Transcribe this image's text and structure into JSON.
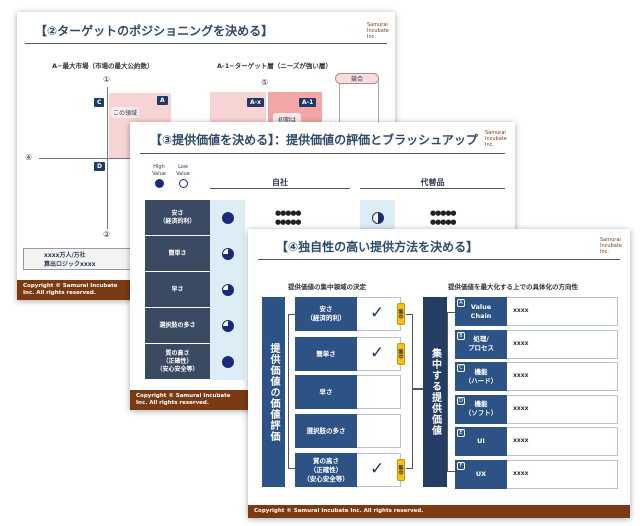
{
  "slide1": {
    "title": "【②ターゲットのポジショニングを決める】",
    "logo": "Samurai Incubate Inc.",
    "heading_left": "A−最大市場（市場の最大公約数）",
    "heading_right": "A-1−ターゲット層（ニーズが強い層）",
    "axis_labels": [
      "①",
      "②",
      "④",
      "⑤"
    ],
    "quadrant_tags": [
      "C",
      "A",
      "D",
      "A-x",
      "A-1"
    ],
    "competitor_label": "競合",
    "note_a": "この領域",
    "note_a1": "初期は",
    "bottom_line1": "xxxx万人/万社",
    "bottom_line2": "算出ロジックxxxx",
    "footer": "Copyright © Samurai Incubate Inc. All rights reserved."
  },
  "slide2": {
    "title": "【③提供価値を決める】：提供価値の評価とブラッシュアップ",
    "logo": "Samurai Incubate Inc.",
    "legend_high": "High Value",
    "legend_low": "Low Value",
    "col_self": "自社",
    "col_alt": "代替品",
    "rows": [
      {
        "label": "安さ\n（経済的利）",
        "self_fill": 1.0,
        "alt_fill": 0.5,
        "self_note": "●●●●●\n●●●●●",
        "alt_note": "●●●●●\n●●●●●"
      },
      {
        "label": "簡単さ",
        "self_fill": 0.75
      },
      {
        "label": "早さ",
        "self_fill": 0.75
      },
      {
        "label": "選択肢の多さ",
        "self_fill": 0.75
      },
      {
        "label": "質の高さ\n（正確性）\n（安心安全等）",
        "self_fill": 1.0
      }
    ],
    "footer": "Copyright © Samurai Incubate Inc. All rights reserved."
  },
  "slide3": {
    "title": "【④独自性の高い提供方法を決める】",
    "logo": "Samurai Incubate Inc.",
    "left_heading": "提供価値の集中領域の決定",
    "right_heading": "提供価値を最大化する上での具体化の方向性",
    "left_bar": "提供価値の価値評価",
    "center_bar": "集中する提供価値",
    "focus_badge": "集中",
    "check": "✓",
    "values": [
      {
        "label": "安さ\n（経済的利）",
        "focus": true
      },
      {
        "label": "簡単さ",
        "focus": true
      },
      {
        "label": "早さ",
        "focus": false
      },
      {
        "label": "選択肢の多さ",
        "focus": false
      },
      {
        "label": "質の高さ\n（正確性）\n（安心安全等）",
        "focus": true
      }
    ],
    "directions": [
      {
        "letter": "A",
        "label": "Value\nChain",
        "value": "xxxx"
      },
      {
        "letter": "B",
        "label": "処理/\nプロセス",
        "value": "xxxx"
      },
      {
        "letter": "C",
        "label": "機能\n（ハード）",
        "value": "xxxx"
      },
      {
        "letter": "D",
        "label": "機能\n（ソフト）",
        "value": "xxxx"
      },
      {
        "letter": "E",
        "label": "UI",
        "value": "xxxx"
      },
      {
        "letter": "F",
        "label": "UX",
        "value": "xxxx"
      }
    ],
    "footer": "Copyright © Samurai Incubate Inc. All rights reserved."
  },
  "colors": {
    "navy": "#1f3a66",
    "footer": "#7a3a12",
    "pink": "#f8d3d3",
    "badge": "#f2c01c"
  }
}
